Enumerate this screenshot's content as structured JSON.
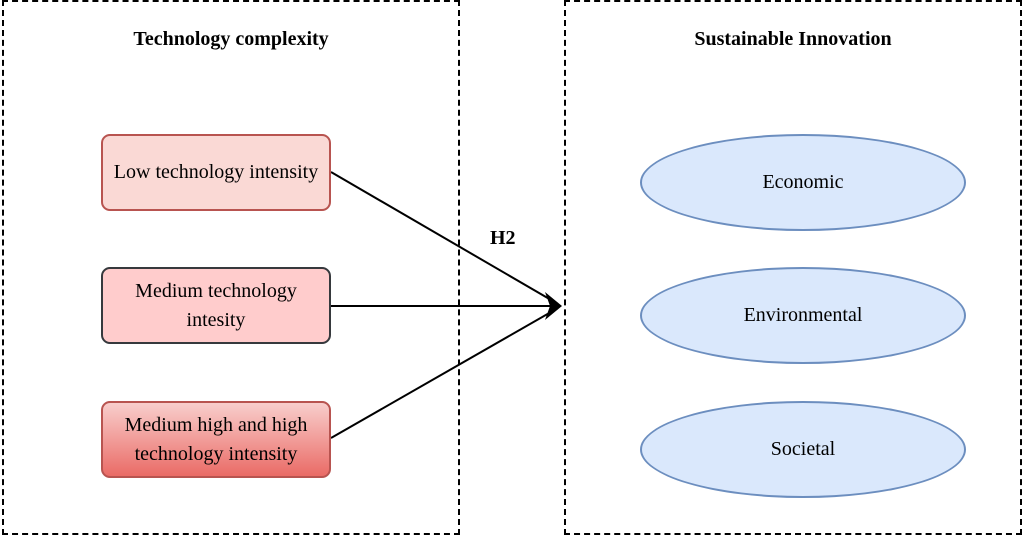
{
  "left_group": {
    "title": "Technology complexity",
    "boxes": [
      {
        "label": "Low technology intensity",
        "fill": "#fad9d5",
        "stroke": "#b85450"
      },
      {
        "label": "Medium technology intesity",
        "fill": "#ffcccc",
        "stroke": "#36393d"
      },
      {
        "label": "Medium high and high technology intensity",
        "fill_top": "#f8cecc",
        "fill_bottom": "#ea6b66",
        "stroke": "#b85450"
      }
    ]
  },
  "right_group": {
    "title": "Sustainable Innovation",
    "ellipses": [
      {
        "label": "Economic"
      },
      {
        "label": "Environmental"
      },
      {
        "label": "Societal"
      }
    ],
    "ellipse_fill": "#dae8fc",
    "ellipse_stroke": "#6c8ebf"
  },
  "hypothesis": "H2"
}
